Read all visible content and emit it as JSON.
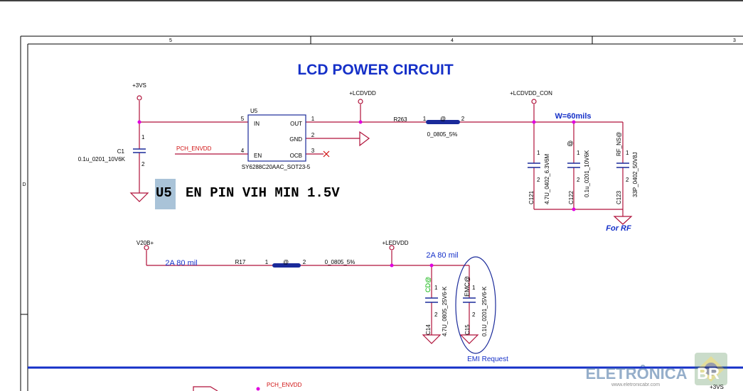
{
  "title": "LCD POWER CIRCUIT",
  "border": {
    "col5": "5",
    "col4": "4",
    "col3": "3",
    "row_d": "D"
  },
  "nets": {
    "vin": "+3VS",
    "lcdvdd": "+LCDVDD",
    "lcdvdd_con": "+LCDVDD_CON",
    "pch_envdd": "PCH_ENVDD",
    "v20b": "V20B+",
    "ledvdd": "+LEDVDD",
    "pch_envdd_bottom": "PCH_ENVDD",
    "vin_bottom": "+3VS"
  },
  "u5": {
    "ref": "U5",
    "part": "SY6288C20AAC_SOT23-5",
    "pin_in": "IN",
    "pin_en": "EN",
    "pin_out": "OUT",
    "pin_gnd": "GND",
    "pin_ocb": "OCB",
    "num_in": "5",
    "num_en": "4",
    "num_out": "1",
    "num_gnd": "2",
    "num_ocb": "3"
  },
  "c1": {
    "ref": "C1",
    "value": "0.1u_0201_10V6K",
    "pin1": "1",
    "pin2": "2"
  },
  "r263": {
    "ref": "R263",
    "value": "0_0805_5%",
    "pin1": "1",
    "pin2": "2",
    "mark": "@"
  },
  "width_note": "W=60mils",
  "c121": {
    "ref": "C121",
    "value": "4.7U_0402_6.3V6M",
    "pin1": "1",
    "pin2": "2"
  },
  "c122": {
    "ref": "C122",
    "value": "0.1u_0201_10V6K",
    "pin1": "1",
    "pin2": "2",
    "mark": "@"
  },
  "c123": {
    "ref": "C123",
    "value": "33P_0402_50V8J",
    "pin1": "1",
    "pin2": "2",
    "mark": "RF_NS@"
  },
  "rf_note": "For RF",
  "annotation": {
    "ref": "U5",
    "text": "EN PIN VIH MIN 1.5V"
  },
  "r17": {
    "ref": "R17",
    "value": "0_0805_5%",
    "pin1": "1",
    "pin2": "2",
    "mark": "@",
    "current_left": "2A 80 mil"
  },
  "ledvdd_current": "2A 80 mil",
  "c14": {
    "ref": "C14",
    "value": "4.7U_0805_25V6-K",
    "pin1": "1",
    "pin2": "2",
    "mark": "CD@"
  },
  "c15": {
    "ref": "C15",
    "value": "0.1U_0201_25V6-K",
    "pin1": "1",
    "pin2": "2",
    "mark": "EMC@"
  },
  "emi_note": "EMI Request",
  "watermark": {
    "brand": "ELETRÔNICA",
    "suffix": "BR",
    "url": "www.eletronicabr.com"
  },
  "colors": {
    "wire": "#b0123a",
    "component": "#1a2a9a",
    "net_label": "#000000",
    "title": "#1530c8",
    "junction": "#e000e0",
    "highlight": "#a9c3d8",
    "green_mark": "#00b000",
    "pch": "#d01010",
    "border": "#000000"
  }
}
